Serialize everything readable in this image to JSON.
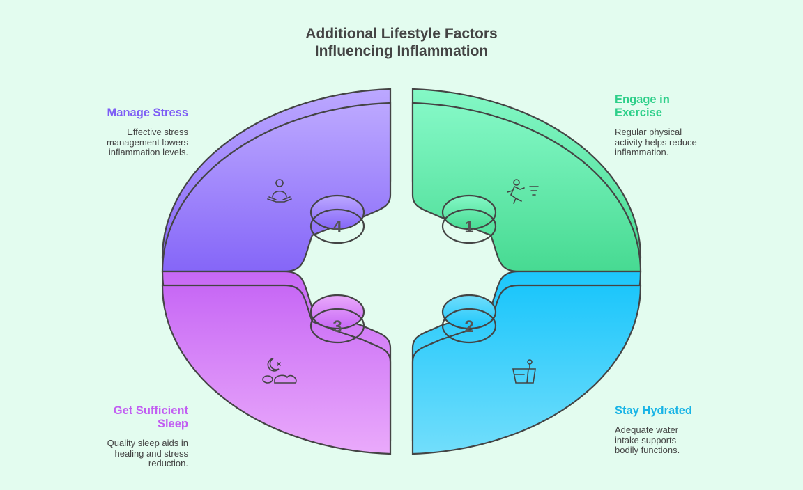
{
  "title_line1": "Additional Lifestyle Factors",
  "title_line2": "Influencing Inflammation",
  "items": [
    {
      "number": "1",
      "title_line1": "Engage in",
      "title_line2": "Exercise",
      "desc_lines": [
        "Regular physical",
        "activity helps reduce",
        "inflammation."
      ],
      "color": "#2ecf8a",
      "icon": "running-person-icon"
    },
    {
      "number": "2",
      "title_line1": "Stay Hydrated",
      "desc_lines": [
        "Adequate water",
        "intake supports",
        "bodily functions."
      ],
      "color": "#18b4e6",
      "icon": "water-glass-icon"
    },
    {
      "number": "3",
      "title_line1": "Get Sufficient",
      "title_line2": "Sleep",
      "desc_lines": [
        "Quality sleep aids in",
        "healing and stress",
        "reduction."
      ],
      "color": "#c25ef2",
      "icon": "sleeping-person-icon"
    },
    {
      "number": "4",
      "title_line1": "Manage Stress",
      "desc_lines": [
        "Effective stress",
        "management lowers",
        "inflammation levels."
      ],
      "color": "#7d5cf5",
      "icon": "meditation-icon"
    }
  ]
}
